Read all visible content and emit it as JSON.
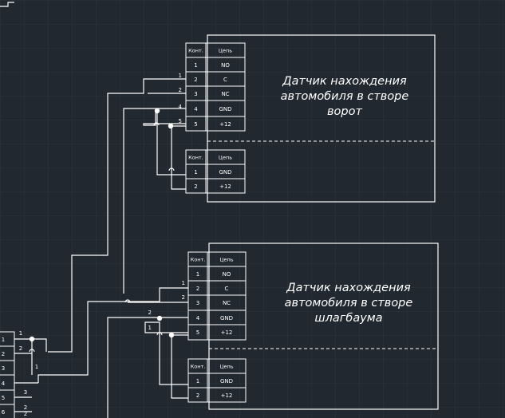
{
  "headers": {
    "contact": "Конт.",
    "circuit": "Цепь"
  },
  "sensor_gate": {
    "label_lines": [
      "Датчик нахождения",
      "автомобиля в створе",
      "ворот"
    ],
    "main_rows": [
      {
        "n": "1",
        "c": "NO"
      },
      {
        "n": "2",
        "c": "C"
      },
      {
        "n": "3",
        "c": "NC"
      },
      {
        "n": "4",
        "c": "GND"
      },
      {
        "n": "5",
        "c": "+12"
      }
    ],
    "sub_rows": [
      {
        "n": "1",
        "c": "GND"
      },
      {
        "n": "2",
        "c": "+12"
      }
    ],
    "wire_labels": [
      "1",
      "2",
      "4",
      "5"
    ]
  },
  "sensor_barrier": {
    "label_lines": [
      "Датчик нахождения",
      "автомобиля в створе",
      "шлагбаума"
    ],
    "main_rows": [
      {
        "n": "1",
        "c": "NO"
      },
      {
        "n": "2",
        "c": "C"
      },
      {
        "n": "3",
        "c": "NC"
      },
      {
        "n": "4",
        "c": "GND"
      },
      {
        "n": "5",
        "c": "+12"
      }
    ],
    "sub_rows": [
      {
        "n": "1",
        "c": "GND"
      },
      {
        "n": "2",
        "c": "+12"
      }
    ],
    "wire_labels": [
      "1",
      "2",
      "2",
      "1"
    ]
  },
  "left_block": {
    "rows": [
      "1",
      "2",
      "3",
      "4",
      "5",
      "6"
    ],
    "wire_labels": [
      "1",
      "2",
      "1",
      "3",
      "2",
      "2"
    ]
  },
  "colors": {
    "background": "#212830",
    "grid": "#2a323c",
    "line": "#ffffff"
  }
}
